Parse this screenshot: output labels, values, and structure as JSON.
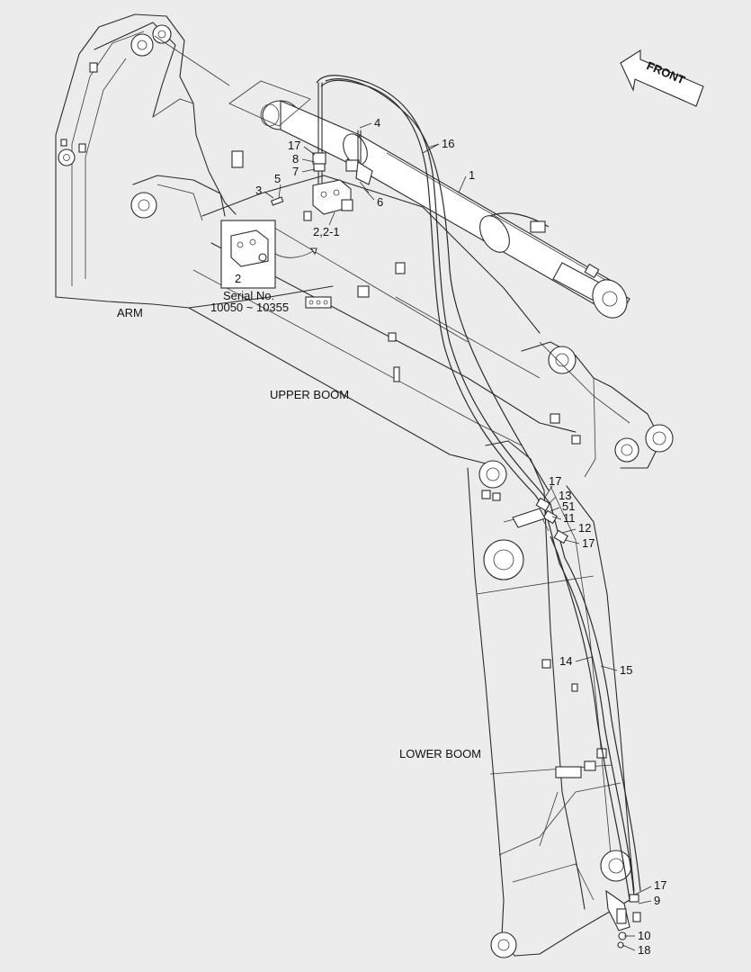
{
  "areas": {
    "arm": "ARM",
    "upper_boom": "UPPER BOOM",
    "lower_boom": "LOWER BOOM"
  },
  "front_label": "FRONT",
  "inset": {
    "part_label": "2",
    "serial_title": "Serial No.",
    "serial_range": "10050 ~ 10355"
  },
  "callouts": {
    "c1": "1",
    "c16": "16",
    "c4": "4",
    "c17_top": "17",
    "c8": "8",
    "c7": "7",
    "c5": "5",
    "c3": "3",
    "c6": "6",
    "c2_21": "2,2-1",
    "c17_mid_a": "17",
    "c13": "13",
    "c51": "51",
    "c11": "11",
    "c12": "12",
    "c17_mid_b": "17",
    "c14": "14",
    "c15": "15",
    "c17_bot": "17",
    "c9": "9",
    "c10": "10",
    "c18": "18"
  }
}
